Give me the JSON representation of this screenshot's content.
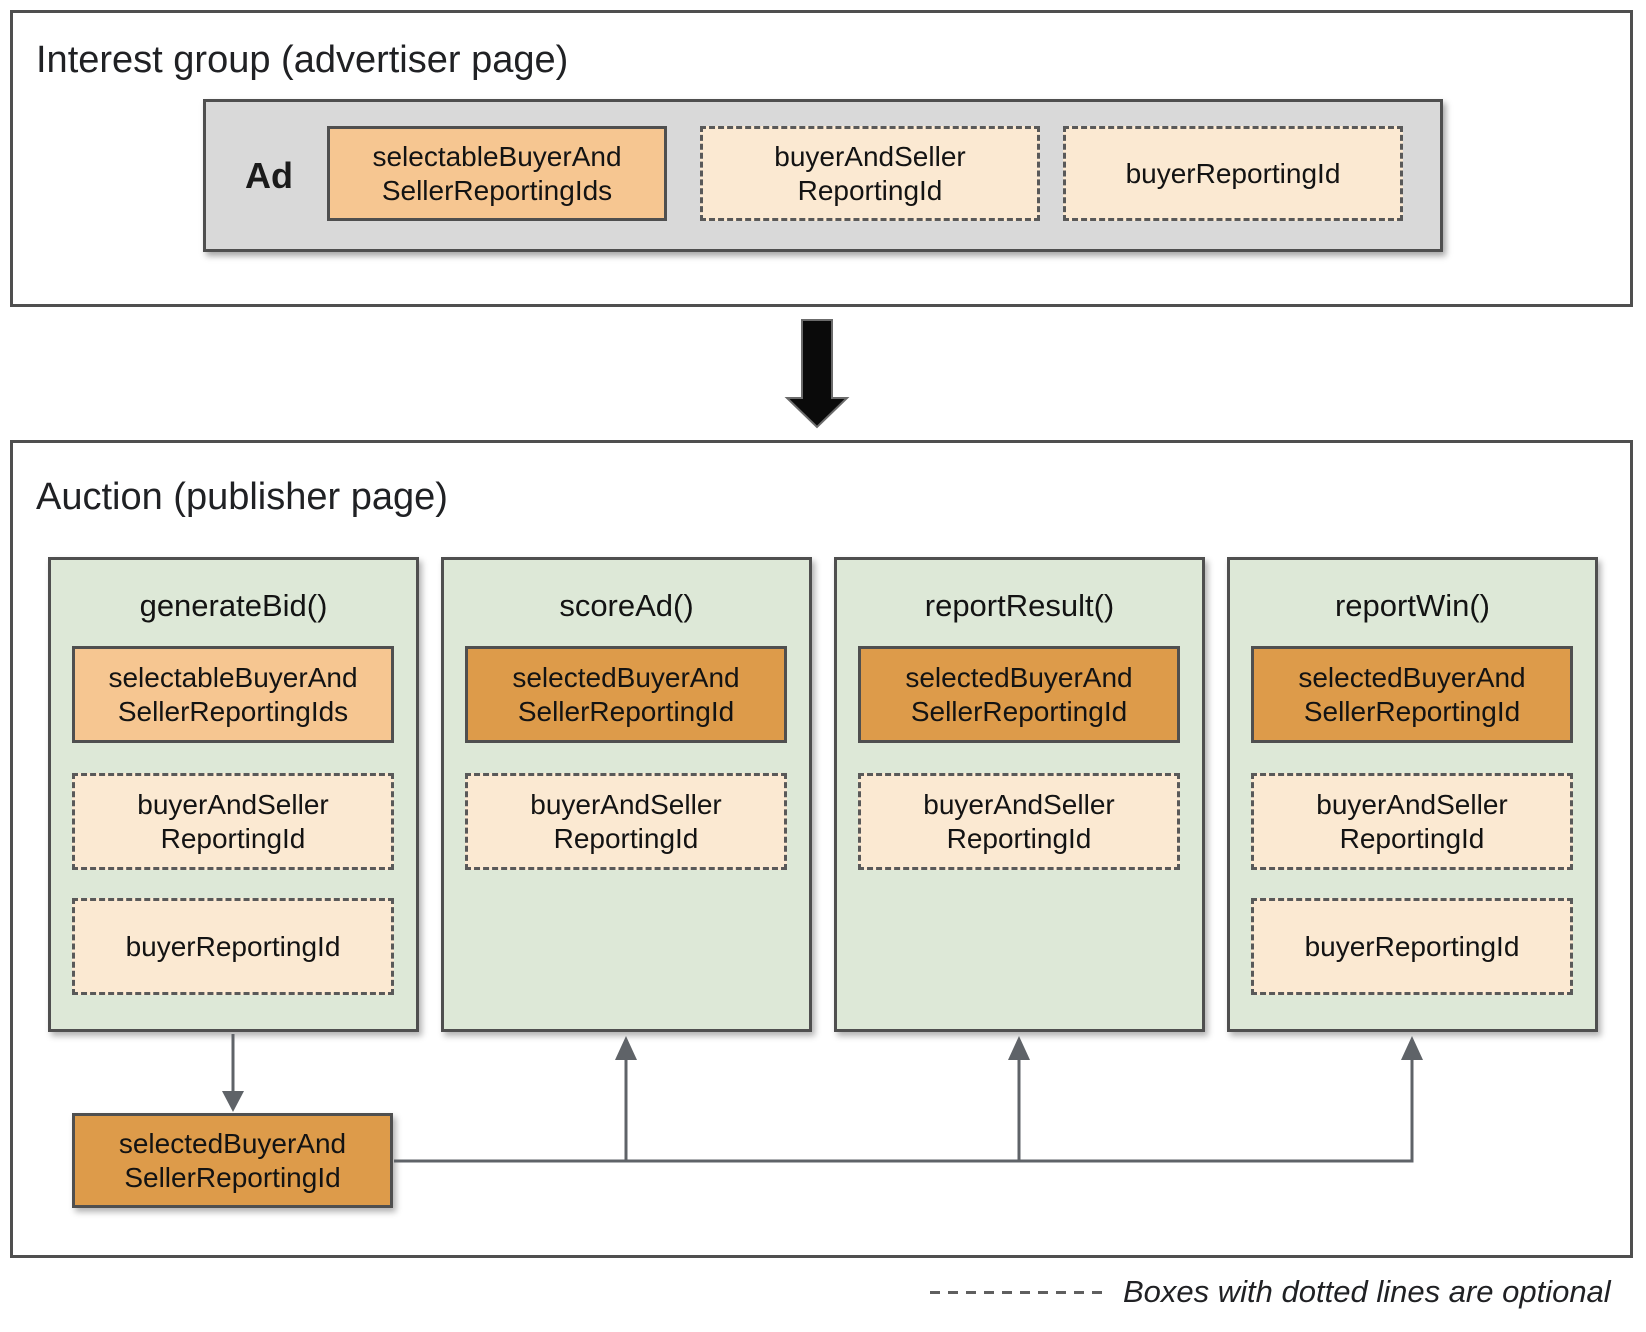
{
  "interest_group": {
    "title": "Interest group (advertiser page)",
    "ad_label": "Ad",
    "boxes": [
      {
        "label": "selectableBuyerAnd SellerReportingIds",
        "variant": "solid-light"
      },
      {
        "label": "buyerAndSeller ReportingId",
        "variant": "dashed-optional"
      },
      {
        "label": "buyerReportingId",
        "variant": "dashed-optional"
      }
    ]
  },
  "auction": {
    "title": "Auction (publisher page)",
    "columns": [
      {
        "header": "generateBid()",
        "boxes": [
          {
            "label": "selectableBuyerAnd SellerReportingIds",
            "variant": "solid-light"
          },
          {
            "label": "buyerAndSeller ReportingId",
            "variant": "dashed-optional"
          },
          {
            "label": "buyerReportingId",
            "variant": "dashed-optional"
          }
        ]
      },
      {
        "header": "scoreAd()",
        "boxes": [
          {
            "label": "selectedBuyerAnd SellerReportingId",
            "variant": "solid-dark"
          },
          {
            "label": "buyerAndSeller ReportingId",
            "variant": "dashed-optional"
          }
        ]
      },
      {
        "header": "reportResult()",
        "boxes": [
          {
            "label": "selectedBuyerAnd SellerReportingId",
            "variant": "solid-dark"
          },
          {
            "label": "buyerAndSeller ReportingId",
            "variant": "dashed-optional"
          }
        ]
      },
      {
        "header": "reportWin()",
        "boxes": [
          {
            "label": "selectedBuyerAnd SellerReportingId",
            "variant": "solid-dark"
          },
          {
            "label": "buyerAndSeller ReportingId",
            "variant": "dashed-optional"
          },
          {
            "label": "buyerReportingId",
            "variant": "dashed-optional"
          }
        ]
      }
    ],
    "output_box": {
      "label": "selectedBuyerAnd SellerReportingId",
      "variant": "solid-dark"
    }
  },
  "legend": {
    "label": "Boxes with dotted lines are optional"
  },
  "colors": {
    "solid_light_fill": "#f6c691",
    "solid_dark_fill": "#dd9b4a",
    "optional_fill": "#fbe9d2",
    "column_fill": "#dde8d7",
    "ad_container_fill": "#d9d9d9",
    "border": "#4f4f4f",
    "connector": "#5f6368",
    "flow_arrow": "#0a0a0a"
  }
}
